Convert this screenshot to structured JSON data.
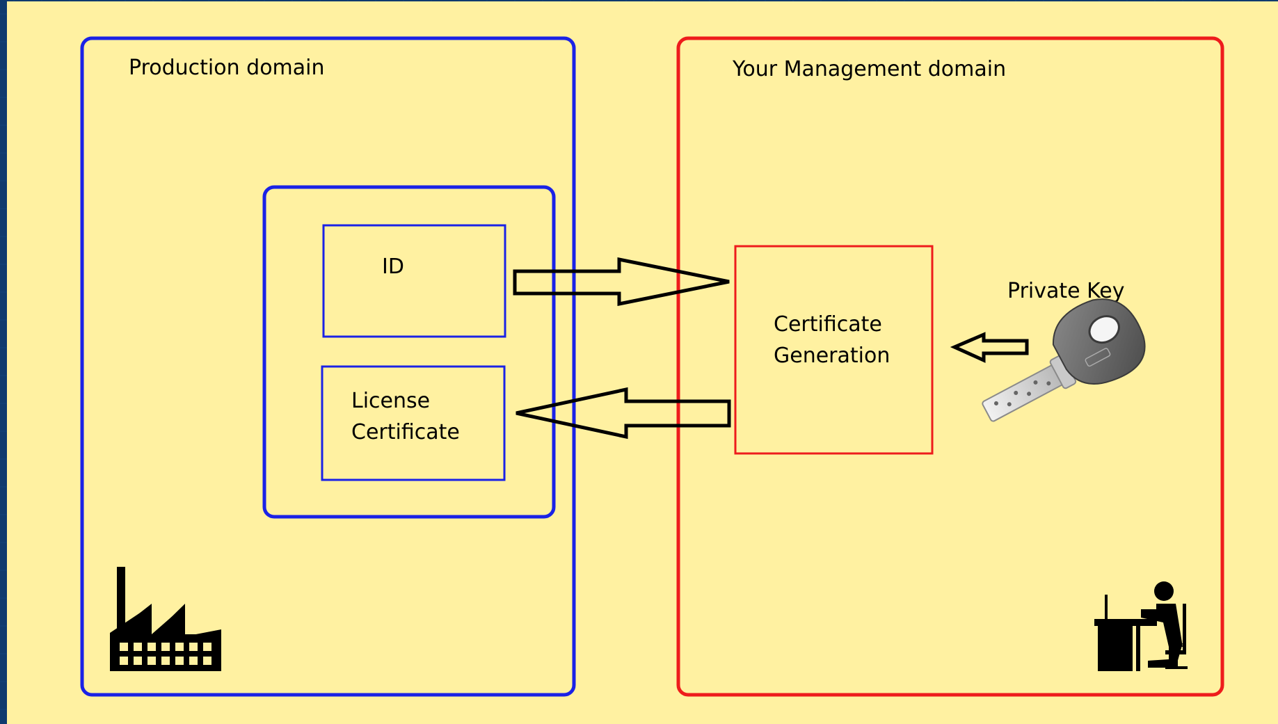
{
  "diagram": {
    "production_domain": {
      "label": "Production domain",
      "device": {
        "id_label": "ID",
        "license_label_line1": "License",
        "license_label_line2": "Certificate"
      }
    },
    "management_domain": {
      "label": "Your Management domain",
      "cert_gen_line1": "Certificate",
      "cert_gen_line2": "Generation",
      "private_key_label": "Private Key"
    }
  },
  "colors": {
    "background": "#0f3a6e",
    "panel": "#fff1a1",
    "production_border": "#1a22e6",
    "management_border": "#ee1c1c",
    "ink": "#000000"
  },
  "icons": {
    "factory": "factory-icon",
    "key": "key-icon",
    "workstation": "person-at-desk-icon"
  }
}
